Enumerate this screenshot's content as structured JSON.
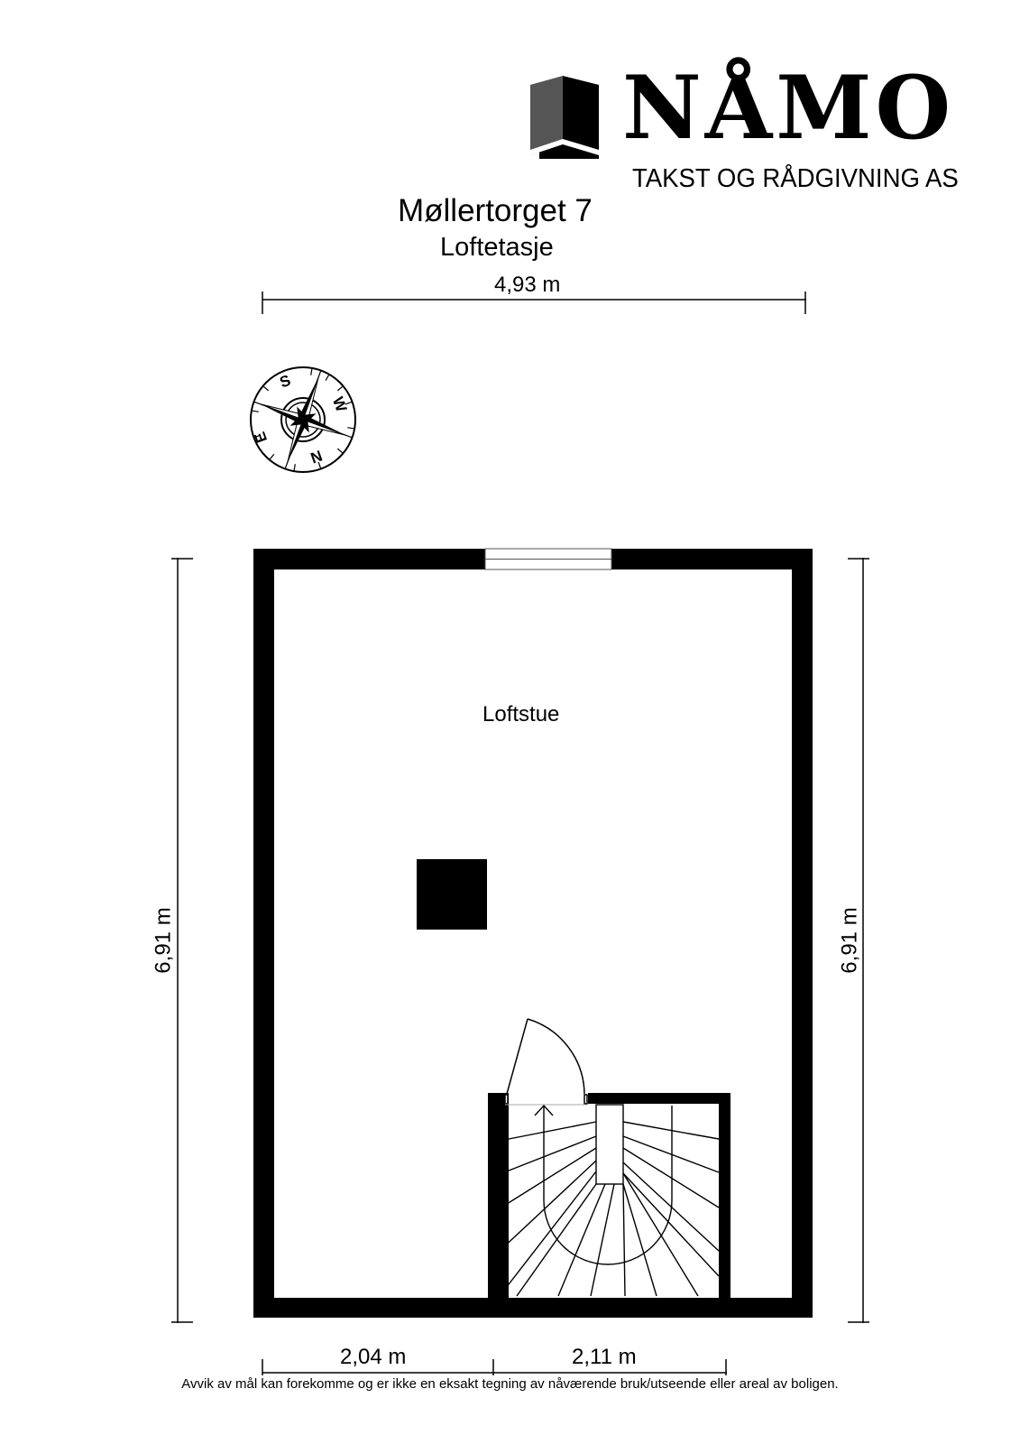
{
  "logo": {
    "brand": "NÅMO",
    "tagline": "TAKST OG RÅDGIVNING AS"
  },
  "header": {
    "title": "Møllertorget 7",
    "floor": "Loftetasje"
  },
  "compass": {
    "labels": [
      "S",
      "W",
      "N",
      "E"
    ]
  },
  "dimensions": {
    "top_width": "4,93 m",
    "left_height": "6,91 m",
    "right_height": "6,91 m",
    "bottom_left": "2,04 m",
    "bottom_right": "2,11 m"
  },
  "rooms": [
    {
      "name": "Loftstue"
    }
  ],
  "features": [
    "window-top",
    "chimney",
    "stairwell-door",
    "spiral-stair"
  ],
  "footer": {
    "disclaimer": "Avvik av mål kan forekomme og er ikke en eksakt tegning av nåværende bruk/utseende eller areal av boligen."
  }
}
